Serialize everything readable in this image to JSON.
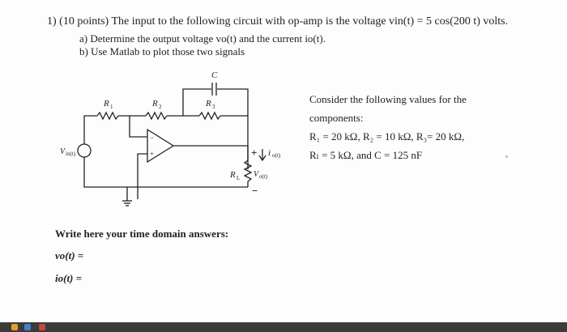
{
  "question": {
    "number": "1)",
    "points": "(10 points)",
    "text": "The input to the following circuit with op-amp is the voltage",
    "expr": "vin(t) = 5 cos(200 t) volts.",
    "parts": [
      "a)  Determine the output voltage vo(t) and the current io(t).",
      "b)  Use Matlab to plot those two signals"
    ]
  },
  "circuit": {
    "labels": {
      "c": "C",
      "r1": "R",
      "r1_sub": "1",
      "r2": "R",
      "r2_sub": "2",
      "r3": "R",
      "r3_sub": "3",
      "vin": "V",
      "vin_sub": "in(t)",
      "rl": "R",
      "rl_sub": "L",
      "io": "i",
      "io_sub": "o(t)",
      "vo": "V",
      "vo_sub": "o(t)",
      "plus": "+",
      "minus": "−",
      "opamp_minus": "−",
      "opamp_plus": "+"
    }
  },
  "values": {
    "line1": "Consider the following values for the",
    "line2": "components:",
    "line3": "R₁ = 20 kΩ,  R₂ = 10 kΩ,  R₃= 20 kΩ,",
    "line4": "Rₗ = 5 kΩ,    and  C = 125 nF"
  },
  "answers": {
    "heading": "Write here your time domain answers:",
    "vo_label": "vo(t) =",
    "io_label": "io(t) ="
  }
}
